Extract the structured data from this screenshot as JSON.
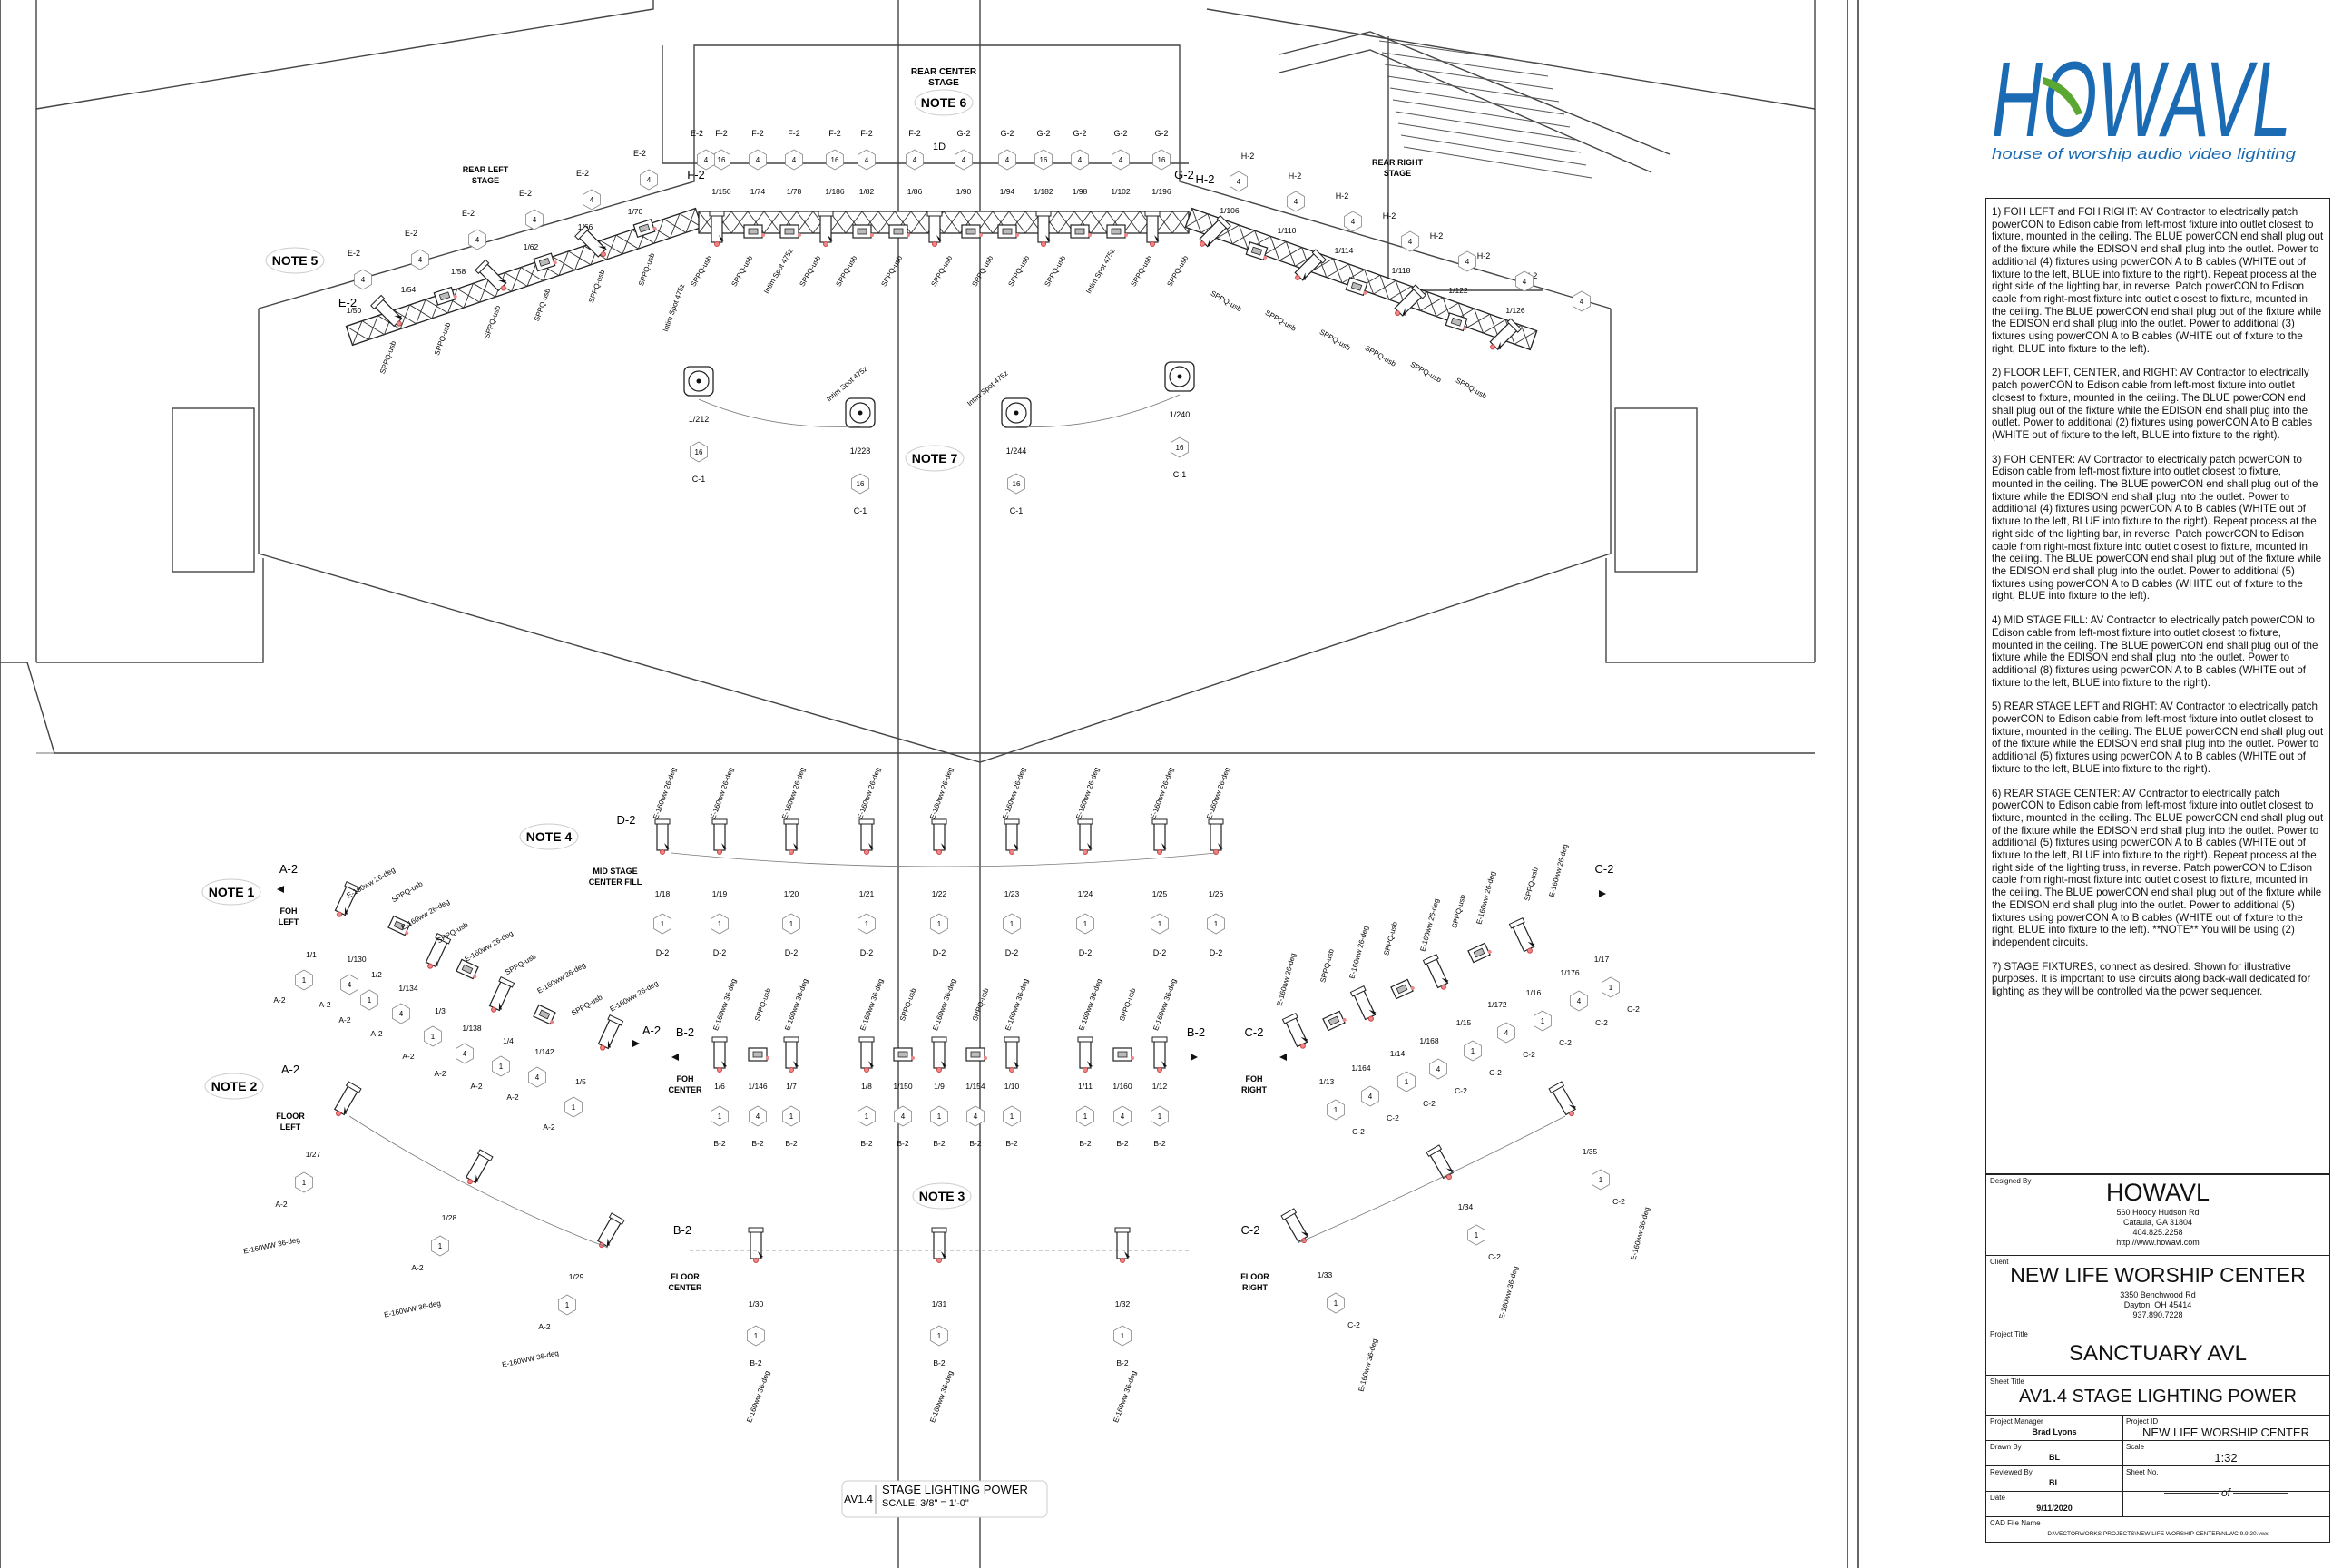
{
  "sheet": {
    "labels": {
      "rear_center_stage": "REAR CENTER STAGE",
      "rear_left_stage": "REAR LEFT STAGE",
      "rear_right_stage": "REAR RIGHT STAGE",
      "mid_stage_center_fill": "MID STAGE CENTER FILL",
      "foh_left": "FOH LEFT",
      "foh_center": "FOH CENTER",
      "foh_right": "FOH RIGHT",
      "floor_left": "FLOOR LEFT",
      "floor_center": "FLOOR CENTER",
      "floor_right": "FLOOR RIGHT"
    },
    "notes": [
      "NOTE 1",
      "NOTE 2",
      "NOTE 3",
      "NOTE 4",
      "NOTE 5",
      "NOTE 6",
      "NOTE 7"
    ],
    "drawing_title": {
      "code": "AV1.4",
      "title": "STAGE LIGHTING POWER",
      "scale": "SCALE: 3/8\" = 1'-0\""
    },
    "rear_center": {
      "breakers": [
        "F-2",
        "F-2",
        "F-2",
        "F-2",
        "F-2",
        "F-2",
        "G-2",
        "G-2",
        "G-2",
        "G-2",
        "G-2",
        "G-2"
      ],
      "amps": [
        "16",
        "4",
        "4",
        "16",
        "4",
        "4",
        "4",
        "4",
        "16",
        "4",
        "4",
        "16"
      ],
      "circuits": [
        "1/150",
        "1/74",
        "1/78",
        "1/186",
        "1/82",
        "1/86",
        "1/90",
        "1/94",
        "1/182",
        "1/98",
        "1/102",
        "1/196"
      ],
      "center_label": "1D",
      "truss_left": "F-2",
      "truss_right": "G-2"
    },
    "rear_left": {
      "breakers": [
        "E-2",
        "E-2",
        "E-2",
        "E-2",
        "E-2",
        "E-2",
        "E-2"
      ],
      "amps": [
        "4",
        "4",
        "4",
        "4",
        "4",
        "4",
        "4"
      ],
      "circuits": [
        "1/50",
        "1/54",
        "1/58",
        "1/62",
        "1/66",
        "1/70"
      ],
      "truss_label": "E-2"
    },
    "rear_right": {
      "breakers": [
        "H-2",
        "H-2",
        "H-2",
        "H-2",
        "H-2",
        "H-2",
        "H-2"
      ],
      "amps": [
        "4",
        "4",
        "4",
        "4",
        "4",
        "4",
        "4"
      ],
      "circuits": [
        "1/106",
        "1/110",
        "1/114",
        "1/118",
        "1/122",
        "1/126"
      ],
      "truss_label": "H-2"
    },
    "fixture_types": {
      "sppq": "SPPQ-usb",
      "intim": "Intim Spot 475z",
      "e160_26": "E-160ww 26-deg",
      "e160_36": "E-160ww 36-deg",
      "e160WW_36": "E-160WW 36-deg"
    },
    "moving_heads": [
      {
        "circuit": "1/212",
        "amps": "16",
        "breaker": "C-1"
      },
      {
        "circuit": "1/228",
        "amps": "16",
        "breaker": "C-1"
      },
      {
        "circuit": "1/244",
        "amps": "16",
        "breaker": "C-1"
      },
      {
        "circuit": "1/240",
        "amps": "16",
        "breaker": "C-1"
      }
    ],
    "mid_stage": {
      "breaker": "D-2",
      "circuits": [
        "1/18",
        "1/19",
        "1/20",
        "1/21",
        "1/22",
        "1/23",
        "1/24",
        "1/25",
        "1/26"
      ],
      "amps": [
        "1",
        "1",
        "1",
        "1",
        "1",
        "1",
        "1",
        "1",
        "1"
      ],
      "breakers": [
        "D-2",
        "D-2",
        "D-2",
        "D-2",
        "D-2",
        "D-2",
        "D-2",
        "D-2",
        "D-2"
      ]
    },
    "foh_left": {
      "breaker": "A-2",
      "end_breaker": "A-2",
      "rows": [
        {
          "c": "1/1",
          "a": "1",
          "b": "A-2"
        },
        {
          "c": "1/130",
          "a": "4",
          "b": "A-2"
        },
        {
          "c": "1/2",
          "a": "1",
          "b": "A-2"
        },
        {
          "c": "1/134",
          "a": "4",
          "b": "A-2"
        },
        {
          "c": "1/3",
          "a": "1",
          "b": "A-2"
        },
        {
          "c": "1/138",
          "a": "4",
          "b": "A-2"
        },
        {
          "c": "1/4",
          "a": "1",
          "b": "A-2"
        },
        {
          "c": "1/142",
          "a": "4",
          "b": "A-2"
        },
        {
          "c": "1/5",
          "a": "1",
          "b": "A-2"
        }
      ]
    },
    "foh_center": {
      "breaker": "B-2",
      "end_breaker": "B-2",
      "rows": [
        {
          "c": "1/6",
          "a": "1",
          "b": "B-2"
        },
        {
          "c": "1/146",
          "a": "4",
          "b": "B-2"
        },
        {
          "c": "1/7",
          "a": "1",
          "b": "B-2"
        },
        {
          "c": "1/8",
          "a": "1",
          "b": "B-2"
        },
        {
          "c": "1/150",
          "a": "4",
          "b": "B-2"
        },
        {
          "c": "1/9",
          "a": "1",
          "b": "B-2"
        },
        {
          "c": "1/154",
          "a": "4",
          "b": "B-2"
        },
        {
          "c": "1/10",
          "a": "1",
          "b": "B-2"
        },
        {
          "c": "1/11",
          "a": "1",
          "b": "B-2"
        },
        {
          "c": "1/160",
          "a": "4",
          "b": "B-2"
        },
        {
          "c": "1/12",
          "a": "1",
          "b": "B-2"
        }
      ]
    },
    "foh_right": {
      "breaker": "C-2",
      "end_breaker": "C-2",
      "rows": [
        {
          "c": "1/13",
          "a": "1",
          "b": "C-2"
        },
        {
          "c": "1/164",
          "a": "4",
          "b": "C-2"
        },
        {
          "c": "1/14",
          "a": "1",
          "b": "C-2"
        },
        {
          "c": "1/168",
          "a": "4",
          "b": "C-2"
        },
        {
          "c": "1/15",
          "a": "1",
          "b": "C-2"
        },
        {
          "c": "1/172",
          "a": "4",
          "b": "C-2"
        },
        {
          "c": "1/16",
          "a": "1",
          "b": "C-2"
        },
        {
          "c": "1/176",
          "a": "4",
          "b": "C-2"
        },
        {
          "c": "1/17",
          "a": "1",
          "b": "C-2"
        }
      ]
    },
    "floor_left": {
      "breaker": "A-2",
      "rows": [
        {
          "c": "1/27",
          "a": "1",
          "b": "A-2"
        },
        {
          "c": "1/28",
          "a": "1",
          "b": "A-2"
        },
        {
          "c": "1/29",
          "a": "1",
          "b": "A-2"
        }
      ]
    },
    "floor_center": {
      "breaker": "B-2",
      "rows": [
        {
          "c": "1/30",
          "a": "1",
          "b": "B-2"
        },
        {
          "c": "1/31",
          "a": "1",
          "b": "B-2"
        },
        {
          "c": "1/32",
          "a": "1",
          "b": "B-2"
        }
      ]
    },
    "floor_right": {
      "breaker": "C-2",
      "rows": [
        {
          "c": "1/33",
          "a": "1",
          "b": "C-2"
        },
        {
          "c": "1/34",
          "a": "1",
          "b": "C-2"
        },
        {
          "c": "1/35",
          "a": "1",
          "b": "C-2"
        }
      ]
    }
  },
  "logo": {
    "text": "HOWAVL",
    "tagline": "house of worship audio video lighting",
    "accent": "#1a6bb3",
    "green": "#5aa832"
  },
  "notes_text": [
    "1)  FOH LEFT and FOH RIGHT: AV Contractor to electrically patch powerCON to Edison cable from left-most fixture into outlet closest to fixture, mounted in the ceiling.  The BLUE powerCON end shall plug out of the fixture while the EDISON end shall plug into the outlet.  Power to additional (4) fixtures using powerCON A to B cables (WHITE out of fixture to the left, BLUE into fixture to the right).  Repeat process at the right side of the lighting bar, in reverse.  Patch powerCON to Edison cable from right-most fixture into outlet closest to fixture, mounted in the ceiling.  The BLUE powerCON end shall plug out of the fixture while the EDISON end shall plug into the outlet.  Power to additional (3) fixtures using powerCON A to B cables (WHITE out of fixture to the right, BLUE into fixture to the left).",
    "2)  FLOOR LEFT, CENTER, and RIGHT: AV Contractor to electrically patch powerCON to Edison cable from left-most fixture into outlet closest to fixture, mounted in the ceiling.  The BLUE powerCON end shall plug out of the fixture while the EDISON end shall plug into the outlet.  Power to additional (2) fixtures using powerCON A to B cables (WHITE out of fixture to the left, BLUE into fixture to the right).",
    "3)  FOH CENTER: AV Contractor to electrically patch powerCON to Edison cable from left-most fixture into outlet closest to fixture, mounted in the ceiling.  The BLUE powerCON end shall plug out of the fixture while the EDISON end shall plug into the outlet.  Power to additional (4) fixtures using powerCON A to B cables (WHITE out of fixture to the left, BLUE into fixture to the right).  Repeat process at the right side of the lighting bar, in reverse.  Patch powerCON to Edison cable from right-most fixture into outlet closest to fixture, mounted in the ceiling.  The BLUE powerCON end shall plug out of the fixture while the EDISON end shall plug into the outlet.  Power to additional (5) fixtures using powerCON A to B cables (WHITE out of fixture to the right, BLUE into fixture to the left).",
    "4)  MID STAGE FILL: AV Contractor to electrically patch powerCON to Edison cable from left-most fixture into outlet closest to fixture, mounted in the ceiling.  The BLUE powerCON end shall plug out of the fixture while the EDISON end shall plug into the outlet.  Power to additional (8) fixtures using powerCON A to B cables (WHITE out of fixture to the left, BLUE into fixture to the right).",
    "5)  REAR STAGE LEFT and RIGHT: AV Contractor to electrically patch powerCON to Edison cable from left-most fixture into outlet closest to fixture, mounted in the ceiling.  The BLUE powerCON end shall plug out of the fixture while the EDISON end shall plug into the outlet.  Power to additional (5) fixtures using powerCON A to B cables (WHITE out of fixture to the left, BLUE into fixture to the right).",
    "6)  REAR STAGE CENTER: AV Contractor to electrically patch powerCON to Edison cable from left-most fixture into outlet closest to fixture, mounted in the ceiling.  The BLUE powerCON end shall plug out of the fixture while the EDISON end shall plug into the outlet.  Power to additional (5) fixtures using powerCON A to B cables (WHITE out of fixture to the left, BLUE into fixture to the right).  Repeat process at the right side of the lighting truss, in reverse.  Patch powerCON to Edison cable from right-most fixture into outlet closest to fixture, mounted in the ceiling.  The BLUE powerCON end shall plug out of the fixture while the EDISON end shall plug into the outlet.  Power to additional (5) fixtures using powerCON A to B cables (WHITE out of fixture to the right, BLUE into fixture to the left).  **NOTE** You will be using (2) independent circuits.",
    "7)  STAGE FIXTURES, connect as desired.  Shown for illustrative purposes.  It is important to use circuits along back-wall dedicated for lighting as they will be controlled via the power sequencer."
  ],
  "title_block": {
    "designed_by_label": "Designed By",
    "designer": "HOWAVL",
    "designer_addr": [
      "560 Hoody Hudson Rd",
      "Cataula, GA 31804",
      "404.825.2258",
      "http://www.howavl.com"
    ],
    "client_label": "Client",
    "client": "NEW LIFE WORSHIP CENTER",
    "client_addr": [
      "3350 Benchwood Rd",
      "Dayton, OH 45414",
      "937.890.7228"
    ],
    "project_title_label": "Project Title",
    "project_title": "SANCTUARY AVL",
    "sheet_title_label": "Sheet Title",
    "sheet_title": "AV1.4 STAGE LIGHTING POWER",
    "pm_label": "Project Manager",
    "pm": "Brad Lyons",
    "pid_label": "Project ID",
    "pid": "NEW LIFE WORSHIP CENTER",
    "drawn_label": "Drawn By",
    "drawn": "BL",
    "scale_label": "Scale",
    "scale": "1:32",
    "reviewed_label": "Reviewed By",
    "reviewed": "BL",
    "sheetno_label": "Sheet No.",
    "sheetno": "of",
    "date_label": "Date",
    "date": "9/11/2020",
    "cad_label": "CAD File Name",
    "cad": "D:\\VECTORWORKS PROJECTS\\NEW LIFE WORSHIP CENTER\\NLWC 9.9.20.vwx"
  }
}
